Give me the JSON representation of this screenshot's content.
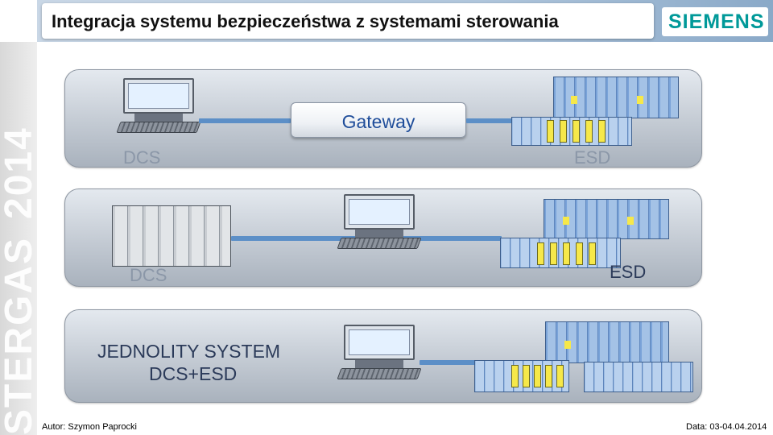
{
  "title": "Integracja systemu bezpieczeństwa z systemami sterowania",
  "logo": "SIEMENS",
  "side_banner": {
    "text": "STERGAS",
    "year": "2014"
  },
  "panels": {
    "top": {
      "left_label": "DCS",
      "gateway_label": "Gateway",
      "right_label": "ESD"
    },
    "middle": {
      "left_label": "DCS",
      "right_label": "ESD"
    },
    "bottom": {
      "line1": "JEDNOLITY SYSTEM",
      "line2": "DCS+ESD"
    }
  },
  "footer": {
    "author": "Autor: Szymon Paprocki",
    "date": "Data: 03-04.04.2014"
  },
  "colors": {
    "accent": "#009999",
    "network": "#5c8fc7",
    "gateway_text": "#1f4d9a",
    "safety_module": "#f6e84a"
  }
}
